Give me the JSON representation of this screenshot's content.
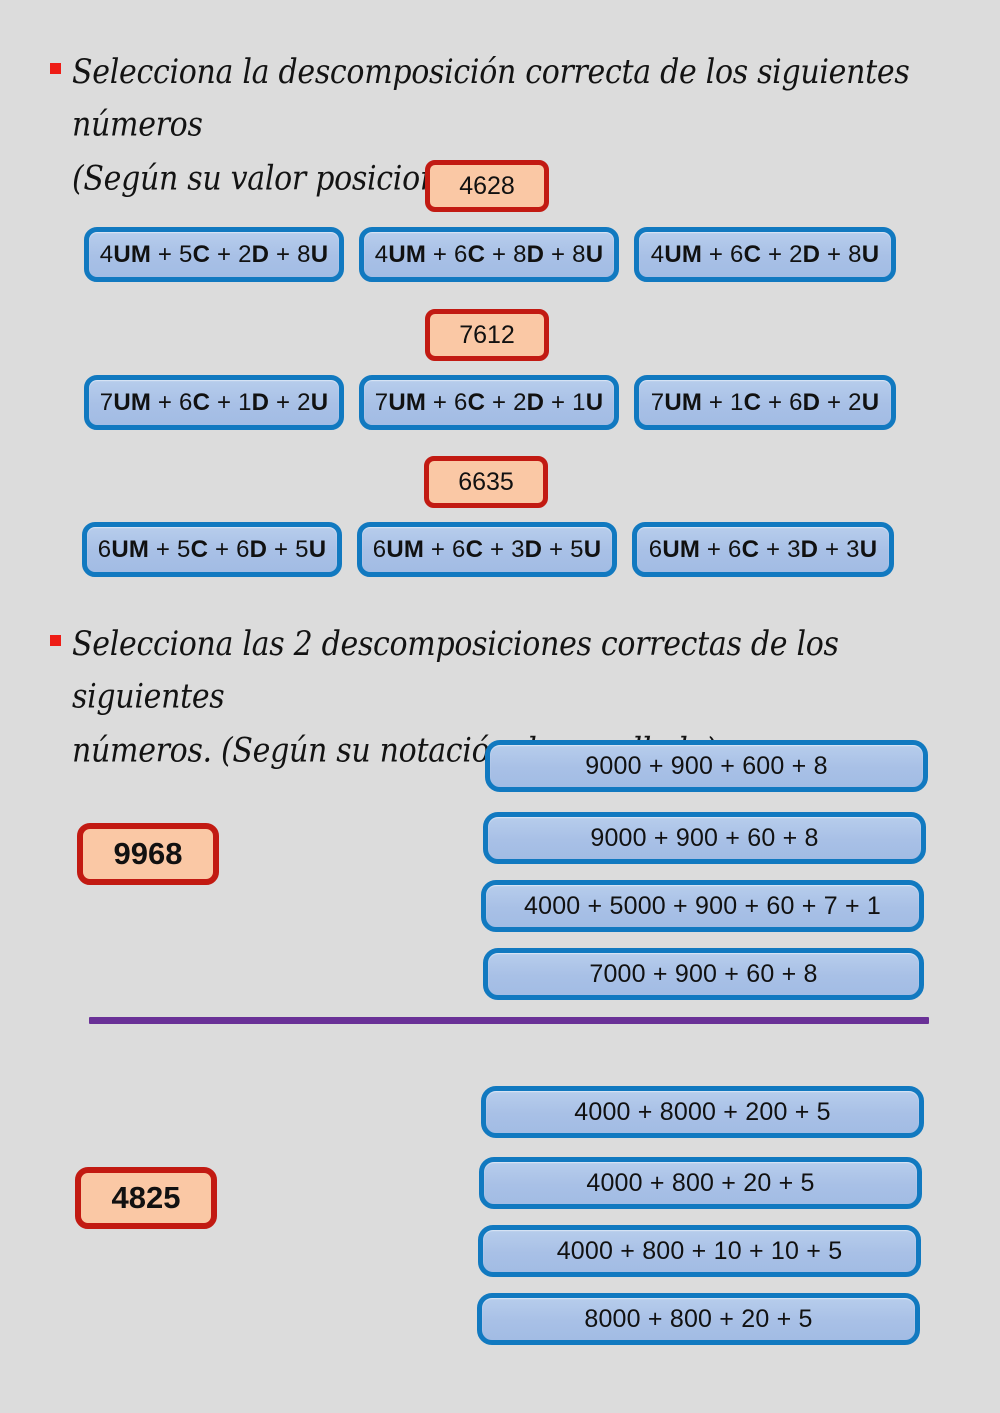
{
  "background_color": "#dcdcdc",
  "colors": {
    "bullet": "#ee1c16",
    "badge_fill": "#fac8a5",
    "badge_border": "#c21a12",
    "option_fill": "#aac4e8",
    "option_border": "#1179c0",
    "divider": "#6a3197",
    "text": "#111111"
  },
  "sections": [
    {
      "heading": "Selecciona la descomposición correcta de los siguientes números\n(Según su valor posicional)",
      "groups": [
        {
          "number": "4628",
          "options": [
            {
              "num1": "4",
              "unit1": "UM",
              "num2": "5",
              "unit2": "C",
              "num3": "2",
              "unit3": "D",
              "num4": "8",
              "unit4": "U"
            },
            {
              "num1": "4",
              "unit1": "UM",
              "num2": "6",
              "unit2": "C",
              "num3": "8",
              "unit3": "D",
              "num4": "8",
              "unit4": "U"
            },
            {
              "num1": "4",
              "unit1": "UM",
              "num2": "6",
              "unit2": "C",
              "num3": "2",
              "unit3": "D",
              "num4": "8",
              "unit4": "U"
            }
          ]
        },
        {
          "number": "7612",
          "options": [
            {
              "num1": "7",
              "unit1": "UM",
              "num2": "6",
              "unit2": "C",
              "num3": "1",
              "unit3": "D",
              "num4": "2",
              "unit4": "U"
            },
            {
              "num1": "7",
              "unit1": "UM",
              "num2": "6",
              "unit2": "C",
              "num3": "2",
              "unit3": "D",
              "num4": "1",
              "unit4": "U"
            },
            {
              "num1": "7",
              "unit1": "UM",
              "num2": "1",
              "unit2": "C",
              "num3": "6",
              "unit3": "D",
              "num4": "2",
              "unit4": "U"
            }
          ]
        },
        {
          "number": "6635",
          "options": [
            {
              "num1": "6",
              "unit1": "UM",
              "num2": "5",
              "unit2": "C",
              "num3": "6",
              "unit3": "D",
              "num4": "5",
              "unit4": "U"
            },
            {
              "num1": "6",
              "unit1": "UM",
              "num2": "6",
              "unit2": "C",
              "num3": "3",
              "unit3": "D",
              "num4": "5",
              "unit4": "U"
            },
            {
              "num1": "6",
              "unit1": "UM",
              "num2": "6",
              "unit2": "C",
              "num3": "3",
              "unit3": "D",
              "num4": "3",
              "unit4": "U"
            }
          ]
        }
      ]
    },
    {
      "heading": "Selecciona las 2 descomposiciones correctas de los siguientes\nnúmeros. (Según su notación desarrollada)",
      "groups": [
        {
          "number": "9968",
          "options": [
            "9000 + 900 + 600 + 8",
            "9000 + 900 + 60 + 8",
            "4000 + 5000 + 900 + 60 + 7 + 1",
            "7000 + 900 + 60 + 8"
          ]
        },
        {
          "number": "4825",
          "options": [
            "4000 + 8000 + 200 + 5",
            "4000 + 800 + 20 + 5",
            "4000 + 800 + 10 + 10 + 5",
            "8000 + 800 + 20 + 5"
          ]
        }
      ]
    }
  ]
}
